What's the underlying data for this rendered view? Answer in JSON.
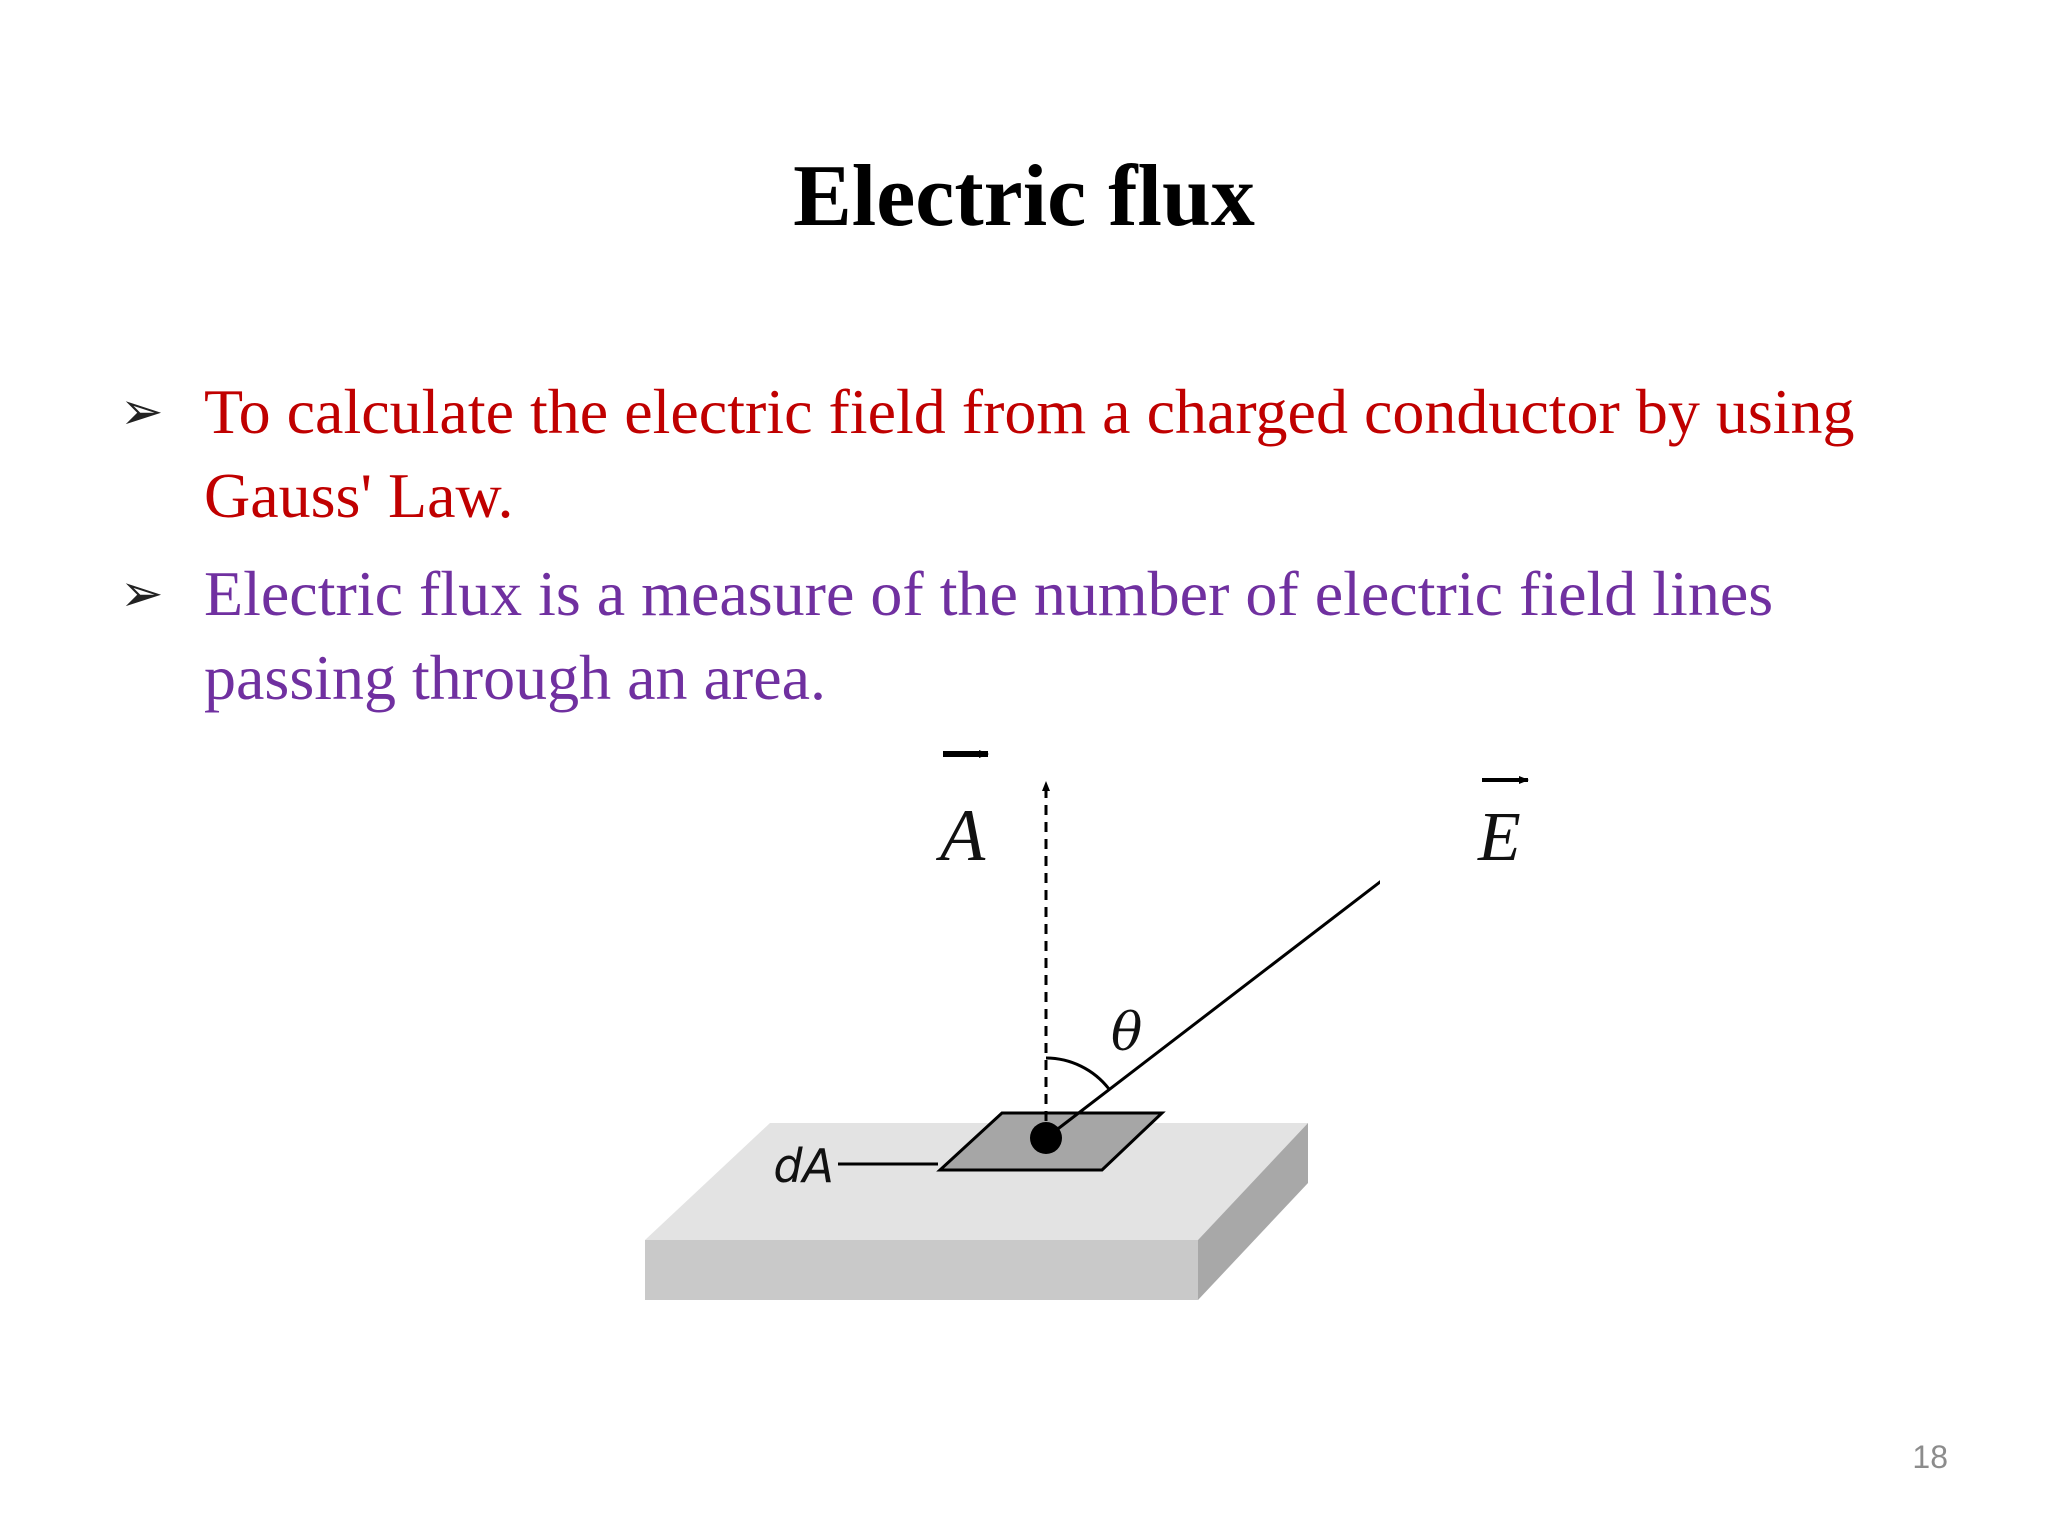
{
  "slide": {
    "title": "Electric flux",
    "bullets": [
      {
        "text": "To calculate the electric field from a charged conductor by using Gauss' Law.",
        "color": "#c00000"
      },
      {
        "text": "Electric flux is a measure of the number of electric field lines passing through an area.",
        "color": "#7030a0"
      }
    ],
    "bullet_marker": "➢",
    "page_number": "18"
  },
  "diagram": {
    "labels": {
      "area_vector": "A",
      "field_vector": "E",
      "angle": "θ",
      "area_element": "dA"
    },
    "colors": {
      "slab_top": "#e3e3e3",
      "slab_front": "#c9c9c9",
      "slab_side": "#a8a8a8",
      "patch": "#a6a6a6"
    }
  }
}
